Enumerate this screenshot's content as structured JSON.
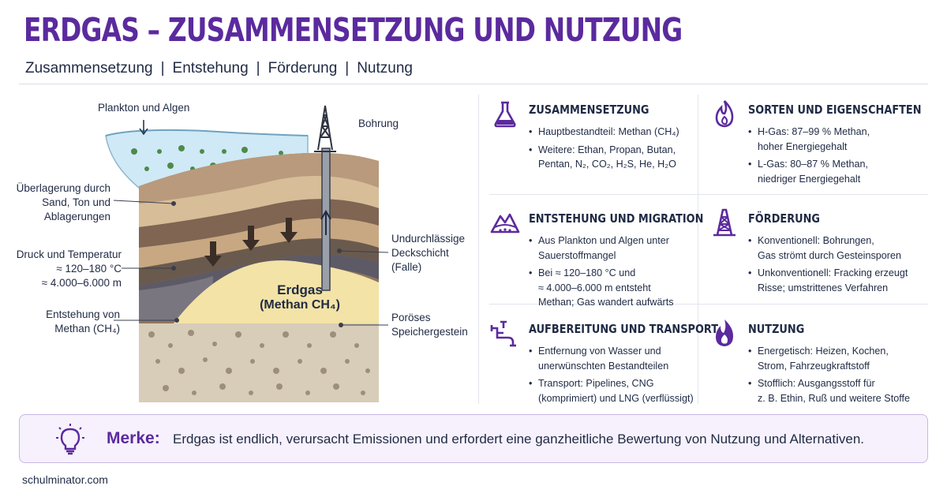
{
  "header": {
    "title": "ERDGAS – ZUSAMMENSETZUNG UND NUTZUNG",
    "nav": [
      "Zusammensetzung",
      "Entstehung",
      "Förderung",
      "Nutzung"
    ],
    "separator": "|"
  },
  "diagram": {
    "labels": {
      "plankton": "Plankton und Algen",
      "bohrung": "Bohrung",
      "ueberlagerung": [
        "Überlagerung durch",
        "Sand, Ton und",
        "Ablagerungen"
      ],
      "druck": [
        "Druck und Temperatur",
        "≈ 120–180 °C",
        "≈ 4.000–6.000 m"
      ],
      "entstehung": [
        "Entstehung von",
        "Methan (CH₄)"
      ],
      "deckschicht": [
        "Undurchlässige",
        "Deckschicht",
        "(Falle)"
      ],
      "speicher": [
        "Poröses",
        "Speichergestein"
      ],
      "gas": [
        "Erdgas",
        "(Methan CH₄)"
      ]
    },
    "colors": {
      "water": "#cfe9f6",
      "gas": "#f3e3a6",
      "layer_dark": "#6a5a4e",
      "layer_mid": "#a8876a",
      "layer_light": "#d7bd98",
      "rock": "#d8cdb8"
    }
  },
  "cards": [
    {
      "id": "zusammensetzung",
      "icon": "flask-icon",
      "title": "ZUSAMMENSETZUNG",
      "items": [
        [
          "Hauptbestandteil: Methan (CH₄)"
        ],
        [
          "Weitere: Ethan, Propan, Butan,",
          "Pentan, N₂, CO₂, H₂S, He, H₂O"
        ]
      ]
    },
    {
      "id": "sorten",
      "icon": "flame-outline-icon",
      "title": "SORTEN UND EIGENSCHAFTEN",
      "items": [
        [
          "H-Gas: 87–99 % Methan,",
          "hoher Energiegehalt"
        ],
        [
          "L-Gas: 80–87 % Methan,",
          "niedriger Energiegehalt"
        ]
      ]
    },
    {
      "id": "entstehung",
      "icon": "mountain-layers-icon",
      "title": "ENTSTEHUNG UND MIGRATION",
      "items": [
        [
          "Aus Plankton und Algen unter",
          "Sauerstoffmangel"
        ],
        [
          "Bei ≈ 120–180 °C und",
          "≈ 4.000–6.000 m entsteht",
          "Methan; Gas wandert aufwärts"
        ]
      ]
    },
    {
      "id": "foerderung",
      "icon": "derrick-icon",
      "title": "FÖRDERUNG",
      "items": [
        [
          "Konventionell: Bohrungen,",
          "Gas strömt durch Gesteinsporen"
        ],
        [
          "Unkonventionell: Fracking erzeugt",
          "Risse; umstrittenes Verfahren"
        ]
      ]
    },
    {
      "id": "aufbereitung",
      "icon": "pipe-valve-icon",
      "title": "AUFBEREITUNG UND TRANSPORT",
      "items": [
        [
          "Entfernung von Wasser und",
          "unerwünschten Bestandteilen"
        ],
        [
          "Transport: Pipelines, CNG",
          "(komprimiert) und LNG (verflüssigt)"
        ]
      ]
    },
    {
      "id": "nutzung",
      "icon": "flame-icon",
      "title": "NUTZUNG",
      "items": [
        [
          "Energetisch: Heizen, Kochen,",
          "Strom, Fahrzeugkraftstoff"
        ],
        [
          "Stofflich: Ausgangsstoff für",
          "z. B. Ethin, Ruß und weitere Stoffe"
        ]
      ]
    }
  ],
  "merke": {
    "label": "Merke:",
    "text": "Erdgas ist endlich, verursacht Emissionen und erfordert eine ganzheitliche Bewertung von Nutzung und Alternativen."
  },
  "footer": "schulminator.com",
  "accent_color": "#5b2a9e"
}
